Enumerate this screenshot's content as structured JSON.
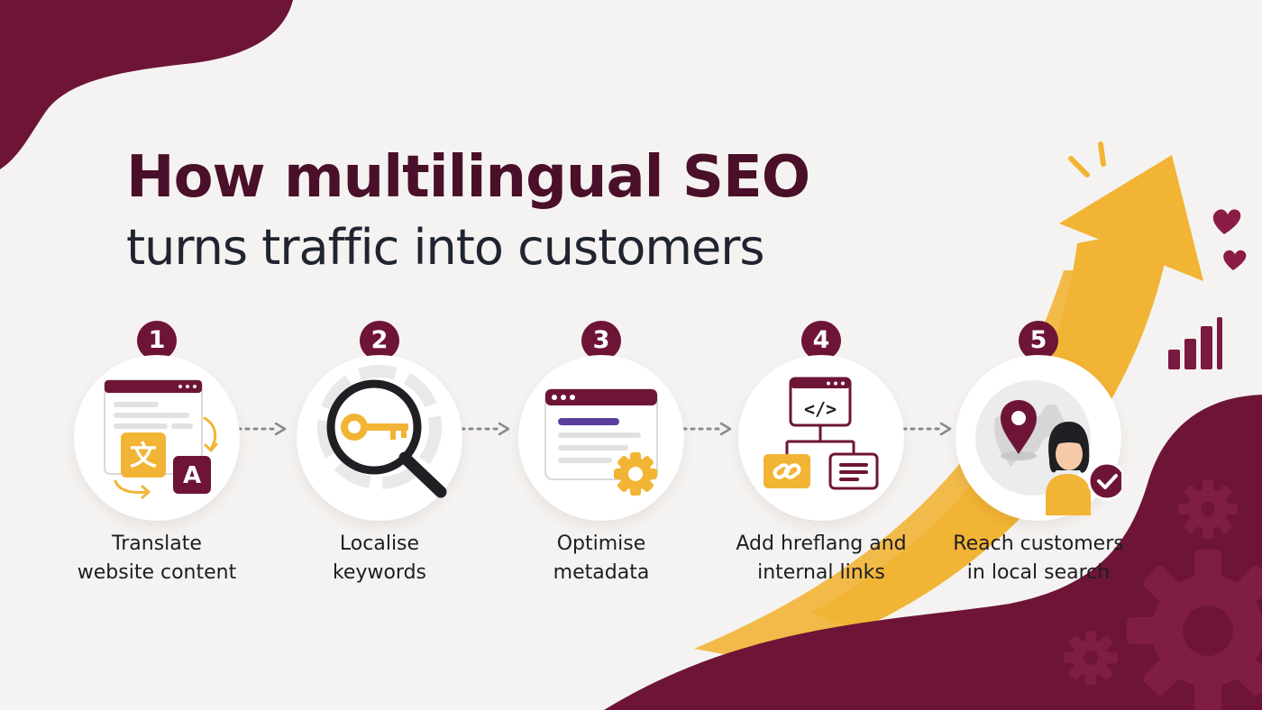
{
  "title": {
    "line1": "How multilingual SEO",
    "line2": "turns traffic into customers"
  },
  "steps": [
    {
      "number": "1",
      "label_line1": "Translate",
      "label_line2": "website content",
      "icon": "translate-icon",
      "glyph_zh": "文",
      "glyph_latin": "A"
    },
    {
      "number": "2",
      "label_line1": "Localise",
      "label_line2": "keywords",
      "icon": "magnifier-key-icon"
    },
    {
      "number": "3",
      "label_line1": "Optimise",
      "label_line2": "metadata",
      "icon": "browser-gear-icon"
    },
    {
      "number": "4",
      "label_line1": "Add hreflang and",
      "label_line2": "internal links",
      "icon": "code-link-icon",
      "code_glyph": "</>"
    },
    {
      "number": "5",
      "label_line1": "Reach customers",
      "label_line2": "in local search",
      "icon": "location-customer-icon"
    }
  ],
  "colors": {
    "maroon": "#6e1537",
    "maroon_dark": "#4a1029",
    "yellow": "#f2b435",
    "text_dark": "#1f2430",
    "background": "#f5f3f1"
  }
}
